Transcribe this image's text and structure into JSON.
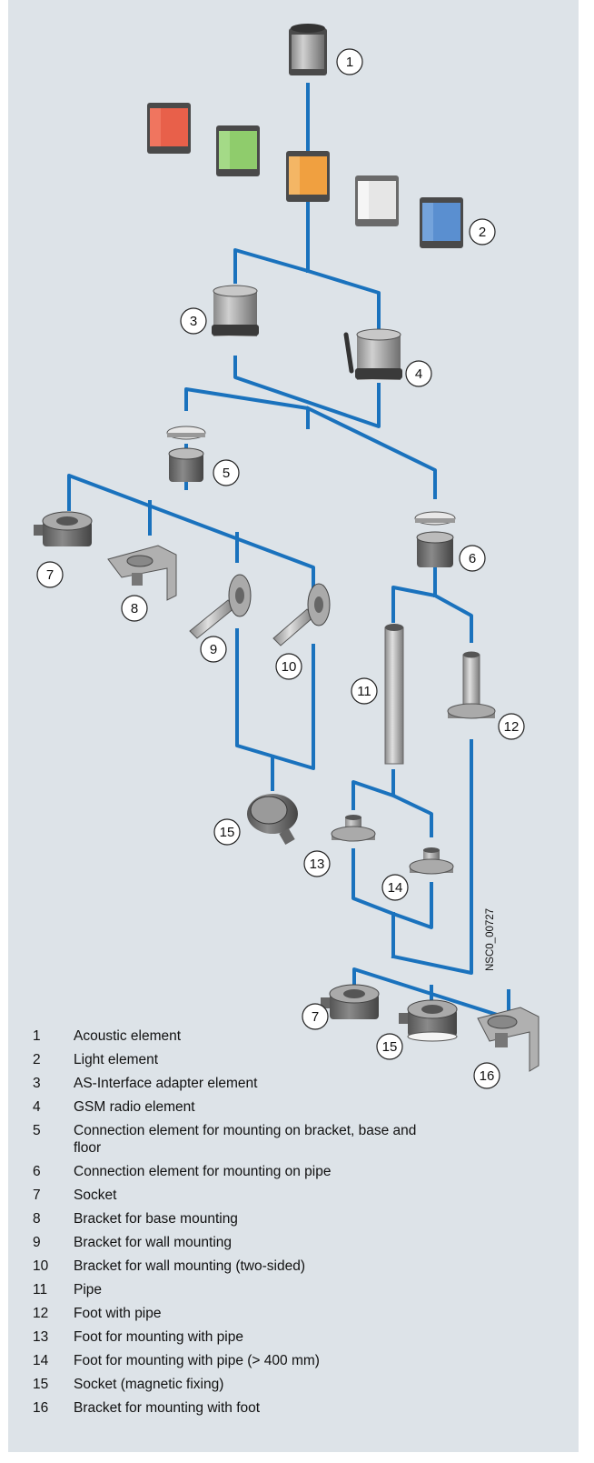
{
  "image_code": "NSC0_00727",
  "legend": [
    {
      "num": "1",
      "text": "Acoustic element"
    },
    {
      "num": "2",
      "text": "Light element"
    },
    {
      "num": "3",
      "text": "AS-Interface adapter element"
    },
    {
      "num": "4",
      "text": "GSM radio element"
    },
    {
      "num": "5",
      "text": "Connection element for mounting on bracket, base and floor"
    },
    {
      "num": "6",
      "text": "Connection element for mounting on pipe"
    },
    {
      "num": "7",
      "text": "Socket"
    },
    {
      "num": "8",
      "text": "Bracket for base mounting"
    },
    {
      "num": "9",
      "text": "Bracket for wall mounting"
    },
    {
      "num": "10",
      "text": "Bracket for wall mounting (two-sided)"
    },
    {
      "num": "11",
      "text": "Pipe"
    },
    {
      "num": "12",
      "text": "Foot with pipe"
    },
    {
      "num": "13",
      "text": "Foot for mounting with pipe"
    },
    {
      "num": "14",
      "text": "Foot for mounting with pipe (> 400 mm)"
    },
    {
      "num": "15",
      "text": "Socket (magnetic fixing)"
    },
    {
      "num": "16",
      "text": "Bracket for mounting with foot"
    }
  ],
  "element_colors": {
    "acoustic": "#a6a6a6",
    "red": "#e8604a",
    "green": "#8fcc6c",
    "orange": "#f0a040",
    "white": "#e6e6e6",
    "blue": "#5a8fd0",
    "connector_line": "#1a72bd"
  }
}
